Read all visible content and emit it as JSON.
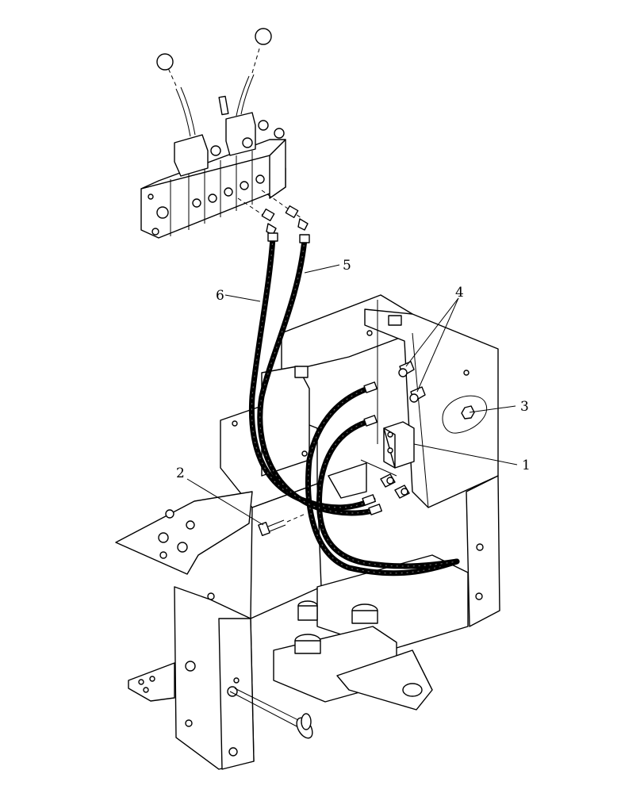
{
  "diagram": {
    "callouts": [
      {
        "id": "1",
        "label": "1"
      },
      {
        "id": "2",
        "label": "2"
      },
      {
        "id": "3",
        "label": "3"
      },
      {
        "id": "4",
        "label": "4"
      },
      {
        "id": "5",
        "label": "5"
      },
      {
        "id": "6",
        "label": "6"
      }
    ],
    "parts": {
      "control_valve": "control-valve",
      "joystick_left": "joystick-lever",
      "joystick_right": "joystick-lever",
      "hose_5": "hydraulic-hose",
      "hose_6": "hydraulic-hose",
      "mounting_frame": "frame",
      "valve_block": "valve-block",
      "elbow_fittings": "elbow-fitting",
      "bolt": "bolt",
      "nut": "nut",
      "hitch_pin": "pin"
    },
    "colors": {
      "line": "#000000",
      "background": "#ffffff"
    }
  }
}
